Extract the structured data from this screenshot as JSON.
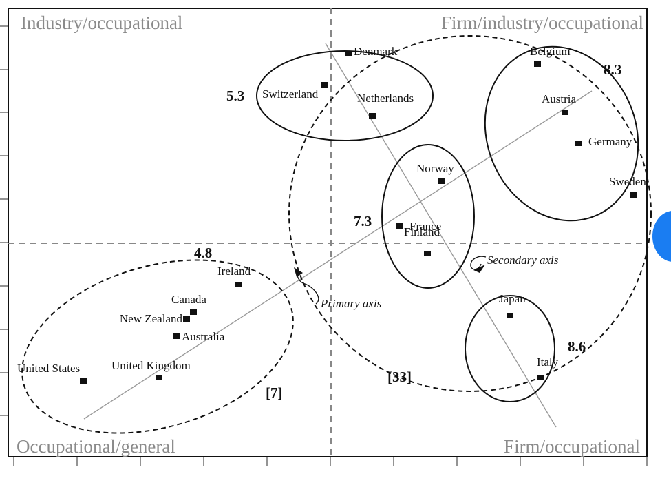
{
  "chart_data": {
    "type": "scatter",
    "quadrants": {
      "top_left": "Industry/occupational",
      "top_right": "Firm/industry/occupational",
      "bottom_left": "Occupational/general",
      "bottom_right": "Firm/occupational"
    },
    "points": [
      {
        "label": "Denmark",
        "x": 0.25,
        "y": 2.75
      },
      {
        "label": "Switzerland",
        "x": -0.1,
        "y": 2.3
      },
      {
        "label": "Netherlands",
        "x": 0.6,
        "y": 1.85
      },
      {
        "label": "Belgium",
        "x": 3.0,
        "y": 2.6
      },
      {
        "label": "Austria",
        "x": 3.4,
        "y": 1.9
      },
      {
        "label": "Germany",
        "x": 3.6,
        "y": 1.45
      },
      {
        "label": "Sweden",
        "x": 4.4,
        "y": 0.7
      },
      {
        "label": "Norway",
        "x": 1.6,
        "y": 0.9
      },
      {
        "label": "France",
        "x": 1.0,
        "y": 0.25
      },
      {
        "label": "Finland",
        "x": 1.4,
        "y": -0.15
      },
      {
        "label": "Japan",
        "x": 2.6,
        "y": -1.05
      },
      {
        "label": "Italy",
        "x": 3.05,
        "y": -1.95
      },
      {
        "label": "Ireland",
        "x": -1.35,
        "y": -0.6
      },
      {
        "label": "Canada",
        "x": -2.0,
        "y": -1.0
      },
      {
        "label": "New Zealand",
        "x": -2.1,
        "y": -1.1
      },
      {
        "label": "Australia",
        "x": -2.25,
        "y": -1.35
      },
      {
        "label": "United States",
        "x": -3.6,
        "y": -2.0
      },
      {
        "label": "United Kingdom",
        "x": -2.5,
        "y": -1.95
      }
    ],
    "cluster_values": [
      {
        "label": "5.3",
        "group": [
          "Denmark",
          "Switzerland",
          "Netherlands"
        ]
      },
      {
        "label": "8.3",
        "group": [
          "Belgium",
          "Austria",
          "Germany",
          "Sweden"
        ]
      },
      {
        "label": "7.3",
        "group": [
          "Norway",
          "France",
          "Finland"
        ]
      },
      {
        "label": "8.6",
        "group": [
          "Japan",
          "Italy"
        ]
      },
      {
        "label": "4.8",
        "group": [
          "Ireland",
          "Canada",
          "New Zealand",
          "Australia",
          "United States",
          "United Kingdom"
        ]
      }
    ],
    "group_counts": [
      {
        "label": "[7]",
        "group": "Occupational/general"
      },
      {
        "label": "[33]",
        "group": "Firm/industry/occupational"
      }
    ],
    "axes_annotations": [
      "Primary axis",
      "Secondary axis"
    ],
    "grid": false,
    "reference_lines": [
      "x=0",
      "y=0"
    ]
  }
}
